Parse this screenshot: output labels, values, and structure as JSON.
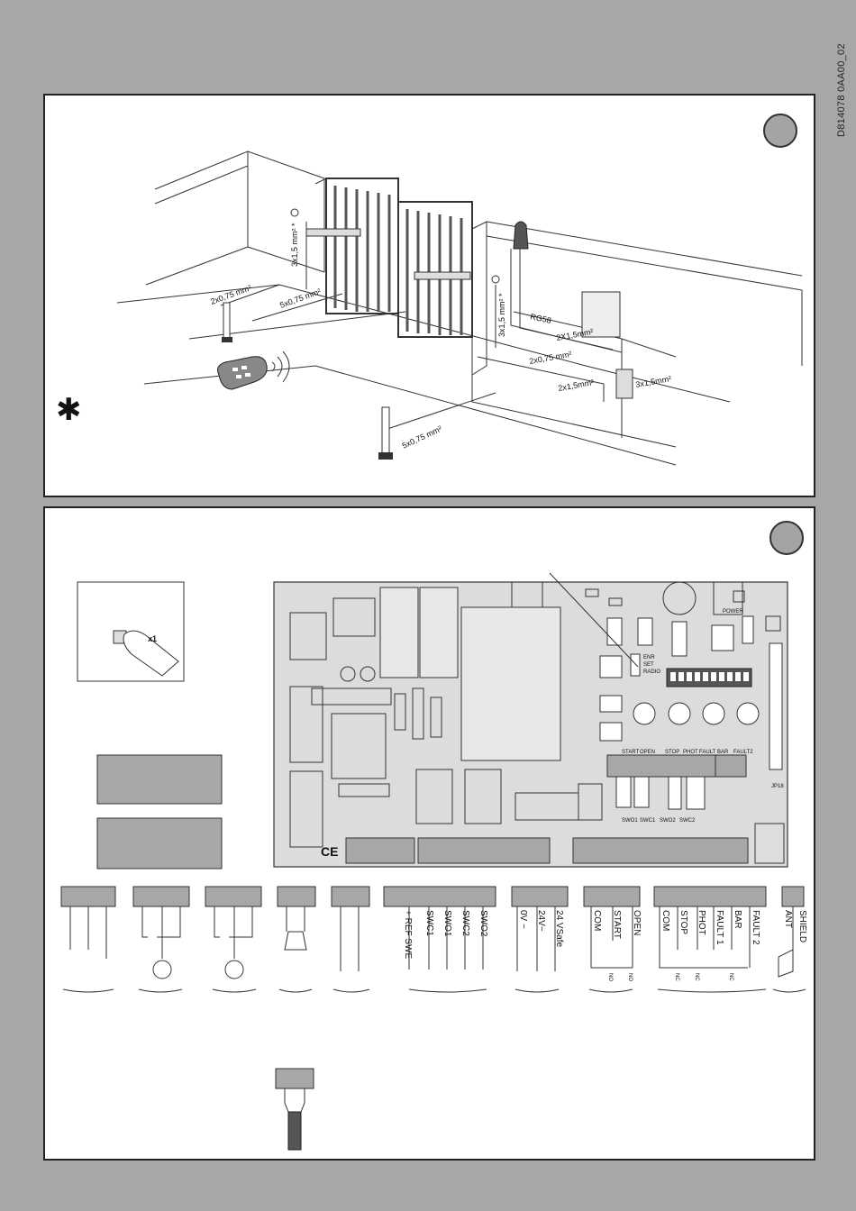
{
  "doc_code": "D814078 0AA00_02",
  "panel_a": {
    "asterisk": "✱",
    "cables": {
      "c1": "3x1,5 mm² *",
      "c2": "2x0,75 mm²",
      "c3": "5x0,75 mm²",
      "c4": "3x1,5 mm² *",
      "c5": "RG58",
      "c6": "2X1,5mm²",
      "c7": "2x0,75 mm²",
      "c8": "2x1,5mm²",
      "c9": "3x1,5mm²",
      "c10": "5x0,75 mm²"
    }
  },
  "panel_b": {
    "ce_mark": "CE",
    "push_count": "x1",
    "board": {
      "led_labels": [
        "ENR",
        "SET",
        "RADIO"
      ],
      "power_label": "POWER",
      "jumper_label": "JP18",
      "led_row": [
        "START",
        "OPEN",
        "STOP",
        "PHOT",
        "FAULT",
        "BAR",
        "FAULT2"
      ],
      "sw_row": [
        "SWO1",
        "SWC1",
        "SWO2",
        "SWC2"
      ]
    },
    "terminal_groups": [
      {
        "labels": []
      },
      {
        "labels": []
      },
      {
        "labels": []
      },
      {
        "labels": []
      },
      {
        "labels": []
      },
      {
        "labels": [
          "+ REF SWE",
          "SWC1",
          "SWO1",
          "SWC2",
          "SWO2"
        ]
      },
      {
        "labels": [
          "0V ~",
          "24V~",
          "24 VSafe"
        ]
      },
      {
        "labels": [
          "COM",
          "START",
          "OPEN"
        ]
      },
      {
        "labels": [
          "COM",
          "STOP",
          "PHOT",
          "FAULT 1",
          "BAR",
          "FAULT 2"
        ]
      },
      {
        "labels": [
          "ANT",
          "SHIELD"
        ]
      }
    ],
    "contact_marks": {
      "no1": "NO",
      "no2": "NO",
      "nc1": "NC",
      "nc2": "NC",
      "nc3": "NC"
    }
  }
}
